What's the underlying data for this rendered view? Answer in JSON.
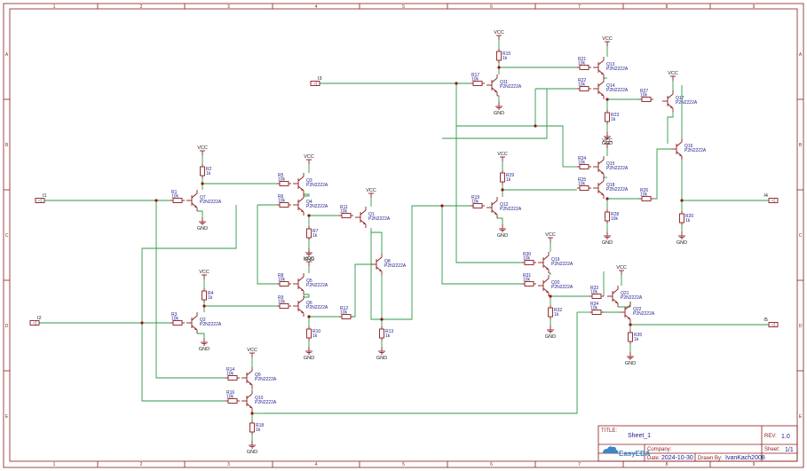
{
  "sheet": {
    "columns": [
      "1",
      "2",
      "3",
      "4",
      "5",
      "6",
      "7",
      "8",
      "9"
    ],
    "rows": [
      "A",
      "B",
      "C",
      "D",
      "E"
    ]
  },
  "nets": {
    "vcc": "VCC",
    "gnd": "GND"
  },
  "ports": [
    {
      "id": "p1",
      "label": "I1"
    },
    {
      "id": "p2",
      "label": "I2"
    },
    {
      "id": "p3",
      "label": "I3"
    },
    {
      "id": "p4",
      "label": "I4"
    },
    {
      "id": "p5",
      "label": "I5"
    }
  ],
  "resistors": [
    {
      "id": "R1",
      "ref": "R1",
      "value": "10k"
    },
    {
      "id": "R2",
      "ref": "R2",
      "value": "1k"
    },
    {
      "id": "R3",
      "ref": "R3",
      "value": "10k"
    },
    {
      "id": "R4",
      "ref": "R4",
      "value": "1k"
    },
    {
      "id": "R5",
      "ref": "R5",
      "value": "10k"
    },
    {
      "id": "R6",
      "ref": "R6",
      "value": "10k"
    },
    {
      "id": "R7",
      "ref": "R7",
      "value": "1k"
    },
    {
      "id": "R8",
      "ref": "R8",
      "value": "10k"
    },
    {
      "id": "R9",
      "ref": "R9",
      "value": "10k"
    },
    {
      "id": "R10",
      "ref": "R10",
      "value": "1k"
    },
    {
      "id": "R11",
      "ref": "R11",
      "value": "10k"
    },
    {
      "id": "R12",
      "ref": "R12",
      "value": "10k"
    },
    {
      "id": "R13",
      "ref": "R13",
      "value": "1k"
    },
    {
      "id": "R14",
      "ref": "R14",
      "value": "10k"
    },
    {
      "id": "R15",
      "ref": "R15",
      "value": "1k"
    },
    {
      "id": "R16",
      "ref": "R16",
      "value": "10k"
    },
    {
      "id": "R17",
      "ref": "R17",
      "value": "10k"
    },
    {
      "id": "R18",
      "ref": "R18",
      "value": "1k"
    },
    {
      "id": "R19",
      "ref": "R19",
      "value": "10k"
    },
    {
      "id": "R20",
      "ref": "R20",
      "value": "1k"
    },
    {
      "id": "R21",
      "ref": "R21",
      "value": "10k"
    },
    {
      "id": "R22",
      "ref": "R22",
      "value": "10k"
    },
    {
      "id": "R23",
      "ref": "R23",
      "value": "1k"
    },
    {
      "id": "R24",
      "ref": "R24",
      "value": "10k"
    },
    {
      "id": "R25",
      "ref": "R25",
      "value": "10k"
    },
    {
      "id": "R26",
      "ref": "R26",
      "value": "10k"
    },
    {
      "id": "R27",
      "ref": "R27",
      "value": "10k"
    },
    {
      "id": "R28",
      "ref": "R28",
      "value": "10k"
    },
    {
      "id": "R29",
      "ref": "R29",
      "value": "1k"
    },
    {
      "id": "R30",
      "ref": "R30",
      "value": "10k"
    },
    {
      "id": "R31",
      "ref": "R31",
      "value": "10k"
    },
    {
      "id": "R32",
      "ref": "R32",
      "value": "1k"
    },
    {
      "id": "R33",
      "ref": "R33",
      "value": "10k"
    },
    {
      "id": "R34",
      "ref": "R34",
      "value": "10k"
    },
    {
      "id": "R35",
      "ref": "R35",
      "value": "1k"
    }
  ],
  "transistors": [
    {
      "id": "Q1",
      "ref": "Q1",
      "part": "P2N2222A"
    },
    {
      "id": "Q2",
      "ref": "Q2",
      "part": "P2N2222A"
    },
    {
      "id": "Q3",
      "ref": "Q3",
      "part": "P2N2222A"
    },
    {
      "id": "Q4",
      "ref": "Q4",
      "part": "P2N2222A"
    },
    {
      "id": "Q5",
      "ref": "Q5",
      "part": "P2N2222A"
    },
    {
      "id": "Q6",
      "ref": "Q6",
      "part": "P2N2222A"
    },
    {
      "id": "Q7",
      "ref": "Q7",
      "part": "P2N2222A"
    },
    {
      "id": "Q8",
      "ref": "Q8",
      "part": "P2N2222A"
    },
    {
      "id": "Q9",
      "ref": "Q9",
      "part": "P2N2222A"
    },
    {
      "id": "Q10",
      "ref": "Q10",
      "part": "P2N2222A"
    },
    {
      "id": "Q11",
      "ref": "Q11",
      "part": "P2N2222A"
    },
    {
      "id": "Q12",
      "ref": "Q12",
      "part": "P2N2222A"
    },
    {
      "id": "Q13",
      "ref": "Q13",
      "part": "P2N2222A"
    },
    {
      "id": "Q14",
      "ref": "Q14",
      "part": "P2N2222A"
    },
    {
      "id": "Q15",
      "ref": "Q15",
      "part": "P2N2222A"
    },
    {
      "id": "Q16",
      "ref": "Q16",
      "part": "P2N2222A"
    },
    {
      "id": "Q17",
      "ref": "Q17",
      "part": "P2N2222A"
    },
    {
      "id": "Q18",
      "ref": "Q18",
      "part": "P2N2222A"
    },
    {
      "id": "Q19",
      "ref": "Q19",
      "part": "P2N2222A"
    },
    {
      "id": "Q20",
      "ref": "Q20",
      "part": "P2N2222A"
    },
    {
      "id": "Q21",
      "ref": "Q21",
      "part": "P2N2222A"
    },
    {
      "id": "Q22",
      "ref": "Q22",
      "part": "P2N2222A"
    }
  ],
  "title_block": {
    "title_label": "TITLE:",
    "title": "Sheet_1",
    "rev_label": "REV:",
    "rev": "1.0",
    "company_label": "Company:",
    "company": "",
    "logo": "EasyEDA",
    "date_label": "Date:",
    "date": "2024-10-30",
    "drawn_label": "Drawn By:",
    "drawn_by": "IvanKach2008",
    "sheet_label": "Sheet:",
    "sheet": "1/1"
  }
}
